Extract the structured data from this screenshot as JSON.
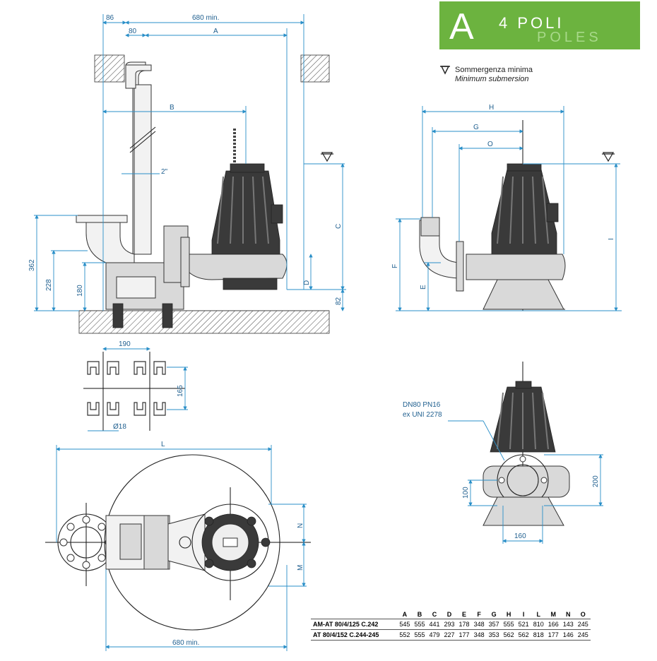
{
  "logo": {
    "symbol": "A",
    "line1": "4 POLI",
    "line2": "POLES"
  },
  "legend": {
    "it": "Sommergenza minima",
    "en": "Minimum submersion"
  },
  "side_view": {
    "dims": {
      "d86": "86",
      "d680": "680 min.",
      "d80": "80",
      "A": "A",
      "B": "B",
      "pipe": "2\"",
      "C": "C",
      "D": "D",
      "d82": "82",
      "d362": "362",
      "d228": "228",
      "d180": "180"
    }
  },
  "front_view": {
    "dims": {
      "H": "H",
      "G": "G",
      "O": "O",
      "F": "F",
      "E": "E",
      "I": "I"
    }
  },
  "base_detail": {
    "dims": {
      "d190": "190",
      "d165": "165",
      "d18": "Ø18"
    }
  },
  "top_view": {
    "dims": {
      "L": "L",
      "N": "N",
      "M": "M",
      "d680": "680 min."
    }
  },
  "flange_view": {
    "label_line1": "DN80 PN16",
    "label_line2": "ex UNI 2278",
    "dims": {
      "d200": "200",
      "d100": "100",
      "d160": "160"
    }
  },
  "table": {
    "headers": [
      "A",
      "B",
      "C",
      "D",
      "E",
      "F",
      "G",
      "H",
      "I",
      "L",
      "M",
      "N",
      "O"
    ],
    "rows": [
      {
        "model": "AM-AT 80/4/125 C.242",
        "values": [
          "545",
          "555",
          "441",
          "293",
          "178",
          "348",
          "357",
          "555",
          "521",
          "810",
          "166",
          "143",
          "245"
        ]
      },
      {
        "model": "AT 80/4/152 C.244-245",
        "values": [
          "552",
          "555",
          "479",
          "227",
          "177",
          "348",
          "353",
          "562",
          "562",
          "818",
          "177",
          "146",
          "245"
        ]
      }
    ]
  }
}
